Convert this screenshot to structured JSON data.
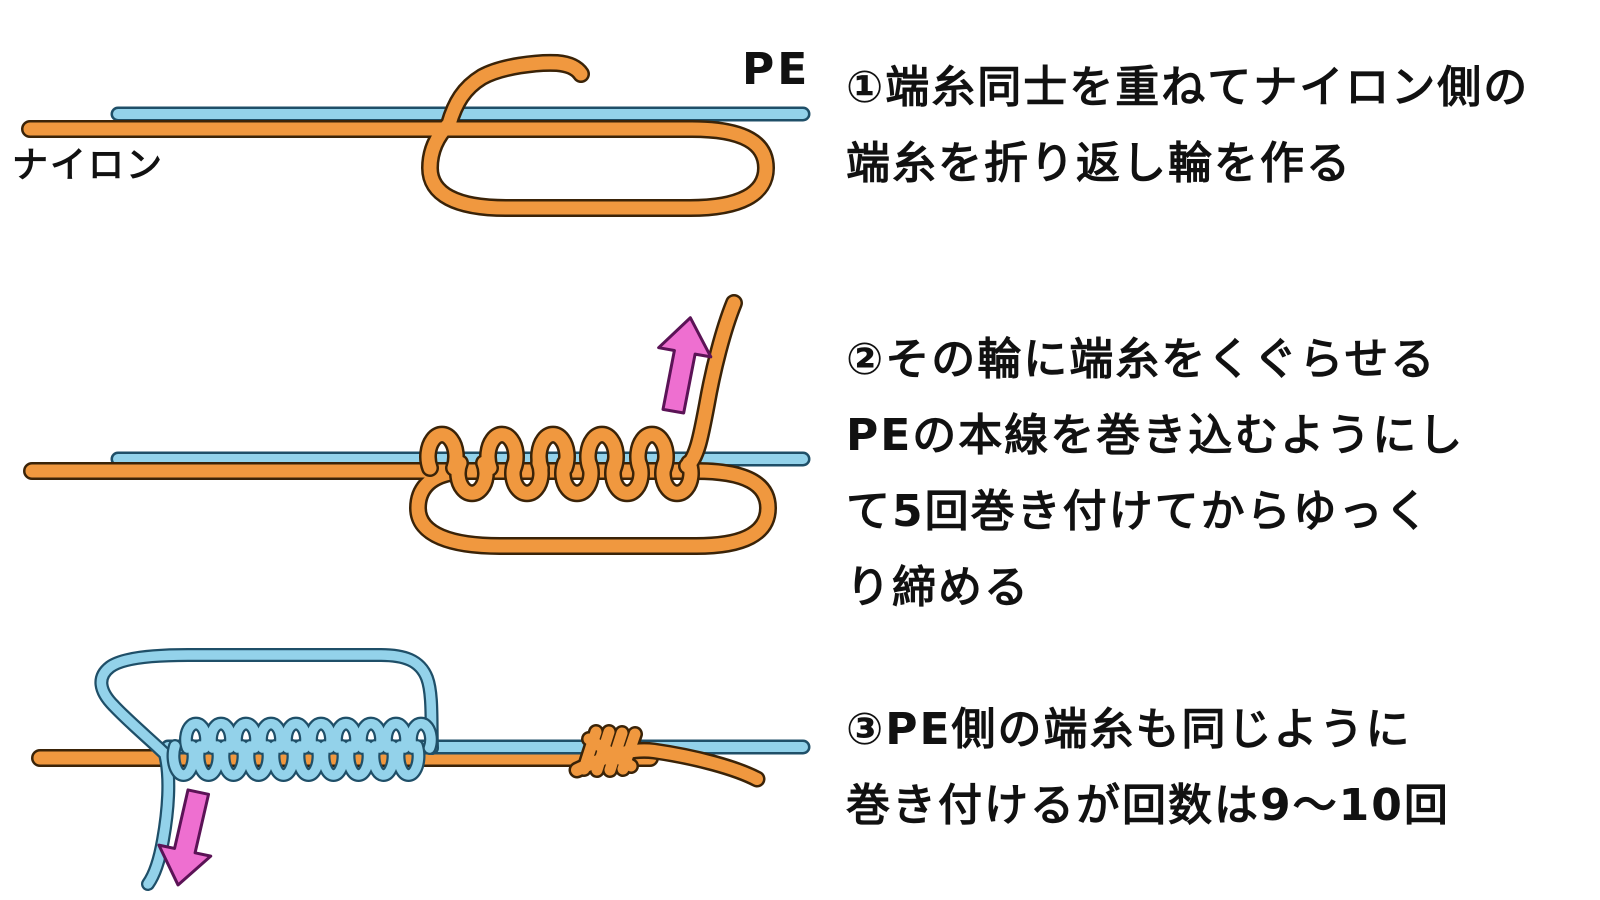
{
  "labels": {
    "pe_line": "PE",
    "nylon_line": "ナイロン"
  },
  "steps": [
    {
      "number": "①",
      "lines": [
        "①端糸同士を重ねてナイロン側の",
        "端糸を折り返し輪を作る"
      ]
    },
    {
      "number": "②",
      "lines": [
        "②その輪に端糸をくぐらせる",
        "PEの本線を巻き込むようにし",
        "て5回巻き付けてからゆっく",
        "り締める"
      ]
    },
    {
      "number": "③",
      "lines": [
        "③PE側の端糸も同じように",
        "巻き付けるが回数は9〜10回"
      ]
    }
  ],
  "illustration": {
    "step2_wrap_count": 5,
    "step3_wrap_count": 10,
    "colors": {
      "nylon_orange": "#F0983F",
      "nylon_edge": "#3A2308",
      "pe_blue": "#93D2EA",
      "pe_edge": "#1F4F68",
      "arrow_pink": "#EE6FD0",
      "arrow_edge": "#5B1356",
      "text": "#111111",
      "background": "#FFFFFF"
    }
  }
}
